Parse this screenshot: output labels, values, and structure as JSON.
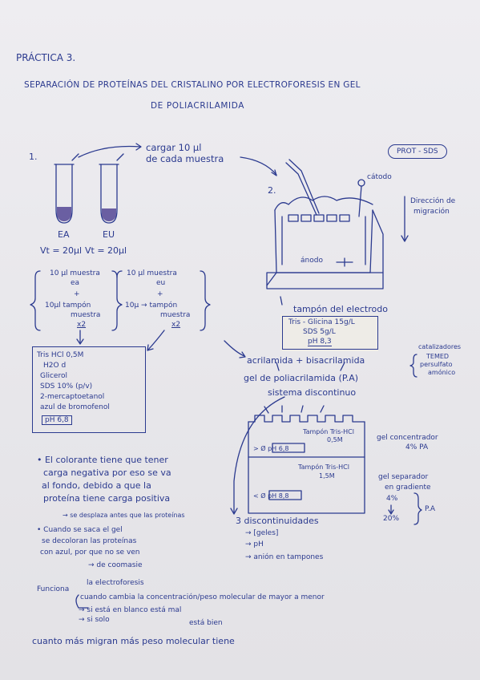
{
  "header": {
    "practice": "PRÁCTICA 3.",
    "title_line1": "SEPARACIÓN DE PROTEÍNAS DEL CRISTALINO POR ELECTROFORESIS EN GEL",
    "title_line2": "DE POLIACRILAMIDA"
  },
  "step1": {
    "number": "1.",
    "cargar_line1": "cargar 10 µl",
    "cargar_line2": "de cada muestra",
    "tube_left": "EA",
    "tube_right": "EU",
    "vt_left": "Vt = 20µl",
    "vt_right": "Vt = 20µl",
    "mix_left": [
      "10 µl muestra",
      "ea",
      "+",
      "10µl tampón",
      "muestra",
      "x2"
    ],
    "mix_right": [
      "10 µl muestra",
      "eu",
      "+",
      "10µ → tampón",
      "muestra",
      "x2"
    ]
  },
  "buffer_box": [
    "Tris HCl 0,5M",
    "H2O d",
    "Glicerol",
    "SDS 10% (p/v)",
    "2-mercaptoetanol",
    "azul de bromofenol"
  ],
  "buffer_ph": "pH 6,8",
  "step2": {
    "number": "2.",
    "prot_sds": "PROT - SDS",
    "catodo": "cátodo",
    "anodo": "ánodo",
    "direccion_line1": "Dirección de",
    "direccion_line2": "migración",
    "tampon_electrodo": "tampón del electrodo",
    "electrodo_box": [
      "Tris - Glicina 15g/L",
      "SDS 5g/L",
      "pH 8,3"
    ]
  },
  "gel": {
    "acrilamida": "acrilamida + bisacrilamida",
    "gel_label": "gel de poliacrilamida (P.A)",
    "sistema": "sistema discontinuo",
    "catalizadores": "catalizadores",
    "cat_items": [
      "TEMED",
      "persulfato",
      "amónico"
    ],
    "top_buffer_line1": "Tampón Tris-HCl",
    "top_buffer_line2": "0,5M",
    "top_ph": "> Ø  pH 6,8",
    "bottom_buffer_line1": "Tampón Tris-HCl",
    "bottom_buffer_line2": "1,5M",
    "bottom_ph": "< Ø  pH 8,8",
    "concentrador_line1": "gel concentrador",
    "concentrador_line2": "4% PA",
    "separador_line1": "gel separador",
    "separador_line2": "en gradiente",
    "separador_top": "4%",
    "separador_bottom": "20%",
    "pa": "P.A"
  },
  "discontinuities": {
    "title": "3 discontinuidades",
    "items": [
      "→ [geles]",
      "→ pH",
      "→ anión en tampones"
    ]
  },
  "notes": {
    "bullet1": [
      "• El colorante tiene que tener",
      "carga negativa por eso se va",
      "al fondo, debido a que la",
      "proteína tiene carga positiva"
    ],
    "bullet1_sub": "→ se desplaza antes que las proteínas",
    "bullet2": [
      "• Cuando se saca el gel",
      "se decoloran las proteínas",
      "con azul, por que no se ven"
    ],
    "bullet2_sub": "→ de coomasie",
    "funciona_prefix": "Funciona",
    "funciona_top": "la electroforesis",
    "funciona_line": "cuando cambia la concentración/peso molecular de mayor a menor",
    "if1": "→ si está en blanco está mal",
    "if2": "→ si solo",
    "if2_tail": "está bien",
    "final": "cuanto más migran más peso molecular tiene"
  }
}
